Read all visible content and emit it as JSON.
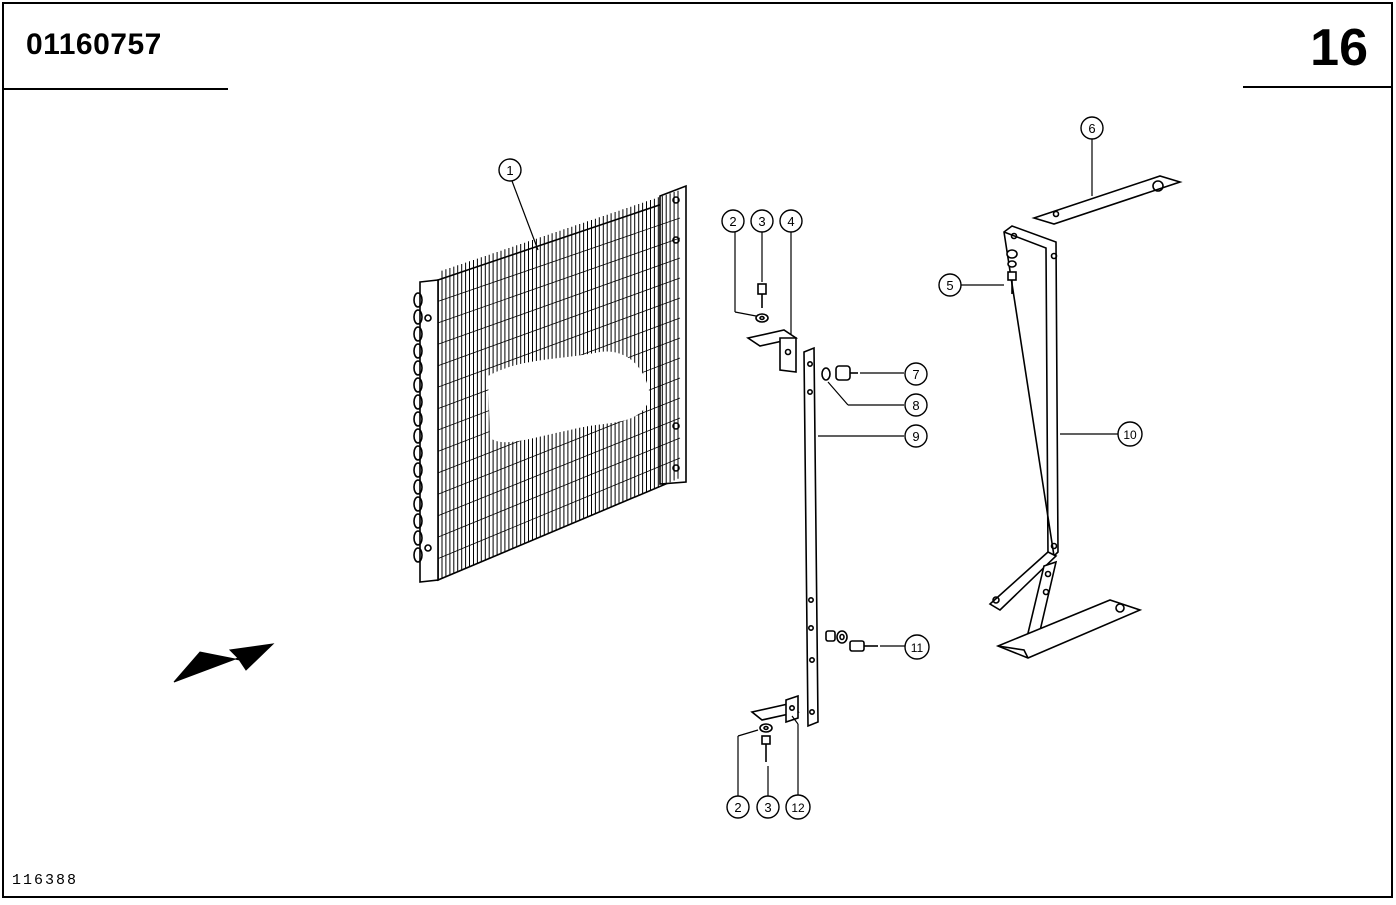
{
  "header": {
    "part_number": "01160757",
    "page_number": "16"
  },
  "footer": {
    "drawing_id": "116388"
  },
  "callouts": [
    "1",
    "2",
    "3",
    "4",
    "5",
    "6",
    "7",
    "8",
    "9",
    "10",
    "11",
    "2",
    "3",
    "12"
  ],
  "icons": {
    "direction_arrow": "arrow-icon"
  }
}
